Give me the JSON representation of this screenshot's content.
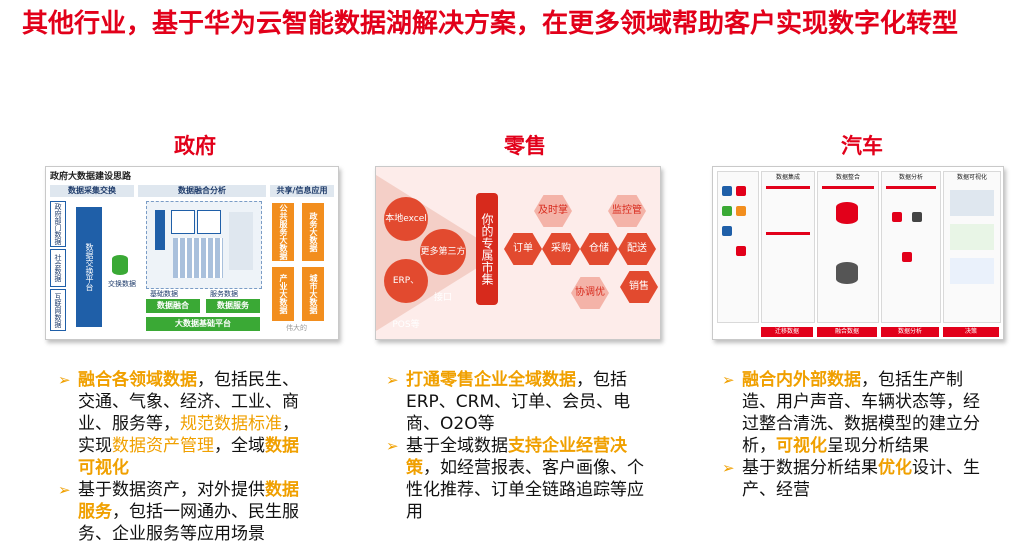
{
  "title": "其他行业，基于华为云智能数据湖解决方案，在更多领域帮助客户实现数字化转型",
  "columns": [
    {
      "heading": "政府",
      "panel": {
        "title": "政府大数据建设思路",
        "bars": [
          "数据采集交换",
          "数据融合分析",
          "共享/信息应用"
        ],
        "left_boxes": [
          "政府部门数据",
          "社会数据",
          "互联网数据"
        ],
        "platform": "数据交换平台",
        "exchange_db": "交换数据",
        "green_blocks": [
          "数据融合",
          "数据服务",
          "大数据基础平台"
        ],
        "mid_labels": [
          "基础数据",
          "服务数据"
        ],
        "orange_blocks": [
          "公共服务大数据",
          "政务大数据",
          "产业大数据",
          "城市大数据"
        ],
        "watermark": "伟大的"
      },
      "bullets": [
        [
          {
            "t": "融合各领域数据",
            "s": "hl"
          },
          {
            "t": "，包括民生、交通、气象、经济、工业、商业、服务等，",
            "s": ""
          },
          {
            "t": "规范数据标准",
            "s": "hl2"
          },
          {
            "t": "，实现",
            "s": ""
          },
          {
            "t": "数据资产管理",
            "s": "hl2"
          },
          {
            "t": "，全域",
            "s": ""
          },
          {
            "t": "数据可视化",
            "s": "hl"
          }
        ],
        [
          {
            "t": "基于数据资产，对外提供",
            "s": ""
          },
          {
            "t": "数据服务",
            "s": "hl"
          },
          {
            "t": "，包括一网通办、民生服务、企业服务等应用场景",
            "s": ""
          }
        ]
      ]
    },
    {
      "heading": "零售",
      "panel": {
        "circles": [
          "本地excel",
          "ERP、POS等",
          "更多第三方接口"
        ],
        "vertical": "你的专属市集",
        "hexes": [
          "订单",
          "采购",
          "仓储",
          "配送",
          "销售"
        ],
        "light_hexes": [
          "及时掌握",
          "监控管理",
          "协调优化"
        ]
      },
      "bullets": [
        [
          {
            "t": "打通零售企业全域数据",
            "s": "hl"
          },
          {
            "t": "，包括ERP、CRM、订单、会员、电商、O2O等",
            "s": ""
          }
        ],
        [
          {
            "t": "基于全域数据",
            "s": ""
          },
          {
            "t": "支持企业经营决策",
            "s": "hl"
          },
          {
            "t": "，如经营报表、客户画像、个性化推荐、订单全链路追踪等应用",
            "s": ""
          }
        ]
      ]
    },
    {
      "heading": "汽车",
      "panel": {
        "cols": [
          "数据集成",
          "数据整合",
          "数据分析",
          "数据可视化"
        ],
        "feet": [
          "迁移数据",
          "融合数据",
          "数据分析",
          "决策"
        ]
      },
      "bullets": [
        [
          {
            "t": "融合内外部数据",
            "s": "hl"
          },
          {
            "t": "，包括生产制造、用户声音、车辆状态等，经过整合清洗、数据模型的建立分析，",
            "s": ""
          },
          {
            "t": "可视化",
            "s": "hl"
          },
          {
            "t": "呈现分析结果",
            "s": ""
          }
        ],
        [
          {
            "t": "基于数据分析结果",
            "s": ""
          },
          {
            "t": "优化",
            "s": "hl"
          },
          {
            "t": "设计、生产、经营",
            "s": ""
          }
        ]
      ]
    }
  ],
  "colors": {
    "accent": "#e2001a",
    "highlight": "#f0a000"
  }
}
